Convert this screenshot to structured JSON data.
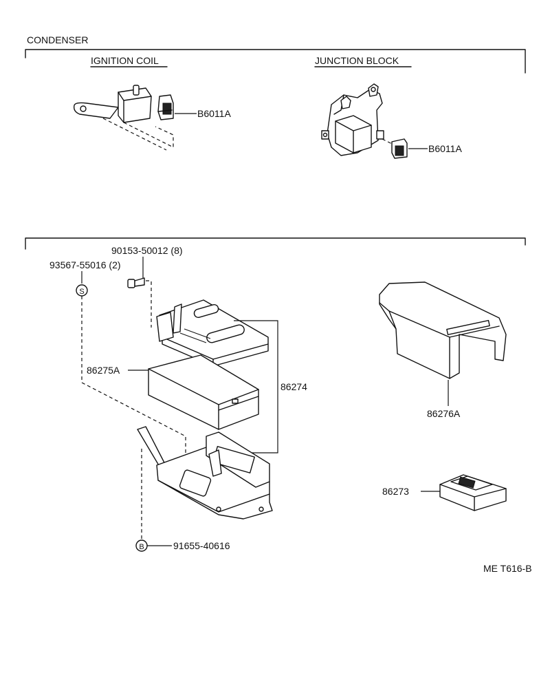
{
  "section_title": "CONDENSER",
  "headings": {
    "ignition_coil": "IGNITION COIL",
    "junction_block": "JUNCTION BLOCK"
  },
  "parts": {
    "condenser_coil": "B6011A",
    "condenser_junction": "B6011A",
    "bolt": "90153-50012 (8)",
    "screw": "93567-55016 (2)",
    "cover_inner": "86275A",
    "bracket_assembly": "86274",
    "cover_outer": "86276A",
    "module": "86273",
    "grommet": "91655-40616"
  },
  "symbols": {
    "screw_marker": "S",
    "grommet_marker": "B"
  },
  "figure_code": "ME T616-B"
}
